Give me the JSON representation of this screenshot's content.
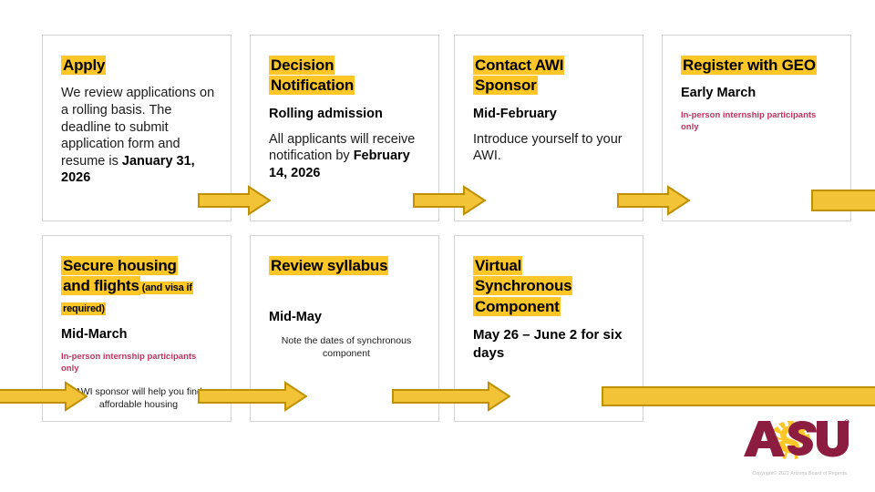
{
  "slide": {
    "background_color": "#FFFFFF",
    "highlight_color": "#FFC627",
    "arrow_fill_color": "#F2C337",
    "arrow_stroke_color": "#BF9000",
    "note_red_color": "#C1335E",
    "card_border_color": "#D4D4D4",
    "asu_maroon": "#8C1D40",
    "asu_gold": "#FFC627"
  },
  "cards": [
    {
      "id": "apply",
      "heading_lines": [
        "Apply"
      ],
      "subhead": "",
      "body_prefix": "We review applications on a rolling basis. The deadline to submit application form and resume is ",
      "body_bold": "January 31, 2026",
      "note_red": "",
      "note_small": ""
    },
    {
      "id": "decision-notification",
      "heading_lines": [
        "Decision",
        "Notification"
      ],
      "subhead": "Rolling admission",
      "body_prefix": "All applicants will receive notification by ",
      "body_bold": "February 14, 2026",
      "note_red": "",
      "note_small": ""
    },
    {
      "id": "contact-awi-sponsor",
      "heading_lines": [
        "Contact AWI",
        "Sponsor"
      ],
      "subhead": "Mid-February",
      "body_prefix": "Introduce  yourself to your AWI.",
      "body_bold": "",
      "note_red": "",
      "note_small": ""
    },
    {
      "id": "register-with-geo",
      "heading_lines": [
        "Register with GEO"
      ],
      "subhead": "Early March",
      "body_prefix": "",
      "body_bold": "",
      "note_red": "In-person internship participants only",
      "note_small": ""
    },
    {
      "id": "secure-housing-and-flights",
      "heading_lines": [
        "Secure housing",
        "and flights"
      ],
      "heading_small": "(and visa if required)",
      "subhead": "Mid-March",
      "body_prefix": "",
      "body_bold": "",
      "note_red": "In-person internship participants only",
      "note_small": "AWI  sponsor will help you find affordable housing"
    },
    {
      "id": "review-syllabus",
      "heading_lines": [
        "Review syllabus"
      ],
      "subhead": "Mid-May",
      "body_prefix": "",
      "body_bold": "",
      "note_red": "",
      "note_small": "Note  the dates of synchronous component"
    },
    {
      "id": "virtual-synchronous-component",
      "heading_lines": [
        "Virtual",
        "Synchronous",
        "Component"
      ],
      "subhead": "May 26 – June 2 for six days",
      "body_prefix": "",
      "body_bold": "",
      "note_red": "",
      "note_small": ""
    }
  ],
  "logo": {
    "name": "ASU",
    "wordmark": "ASU",
    "trademark": "®",
    "copyright": "Copyright© 2021 Arizona Board of Regents."
  }
}
